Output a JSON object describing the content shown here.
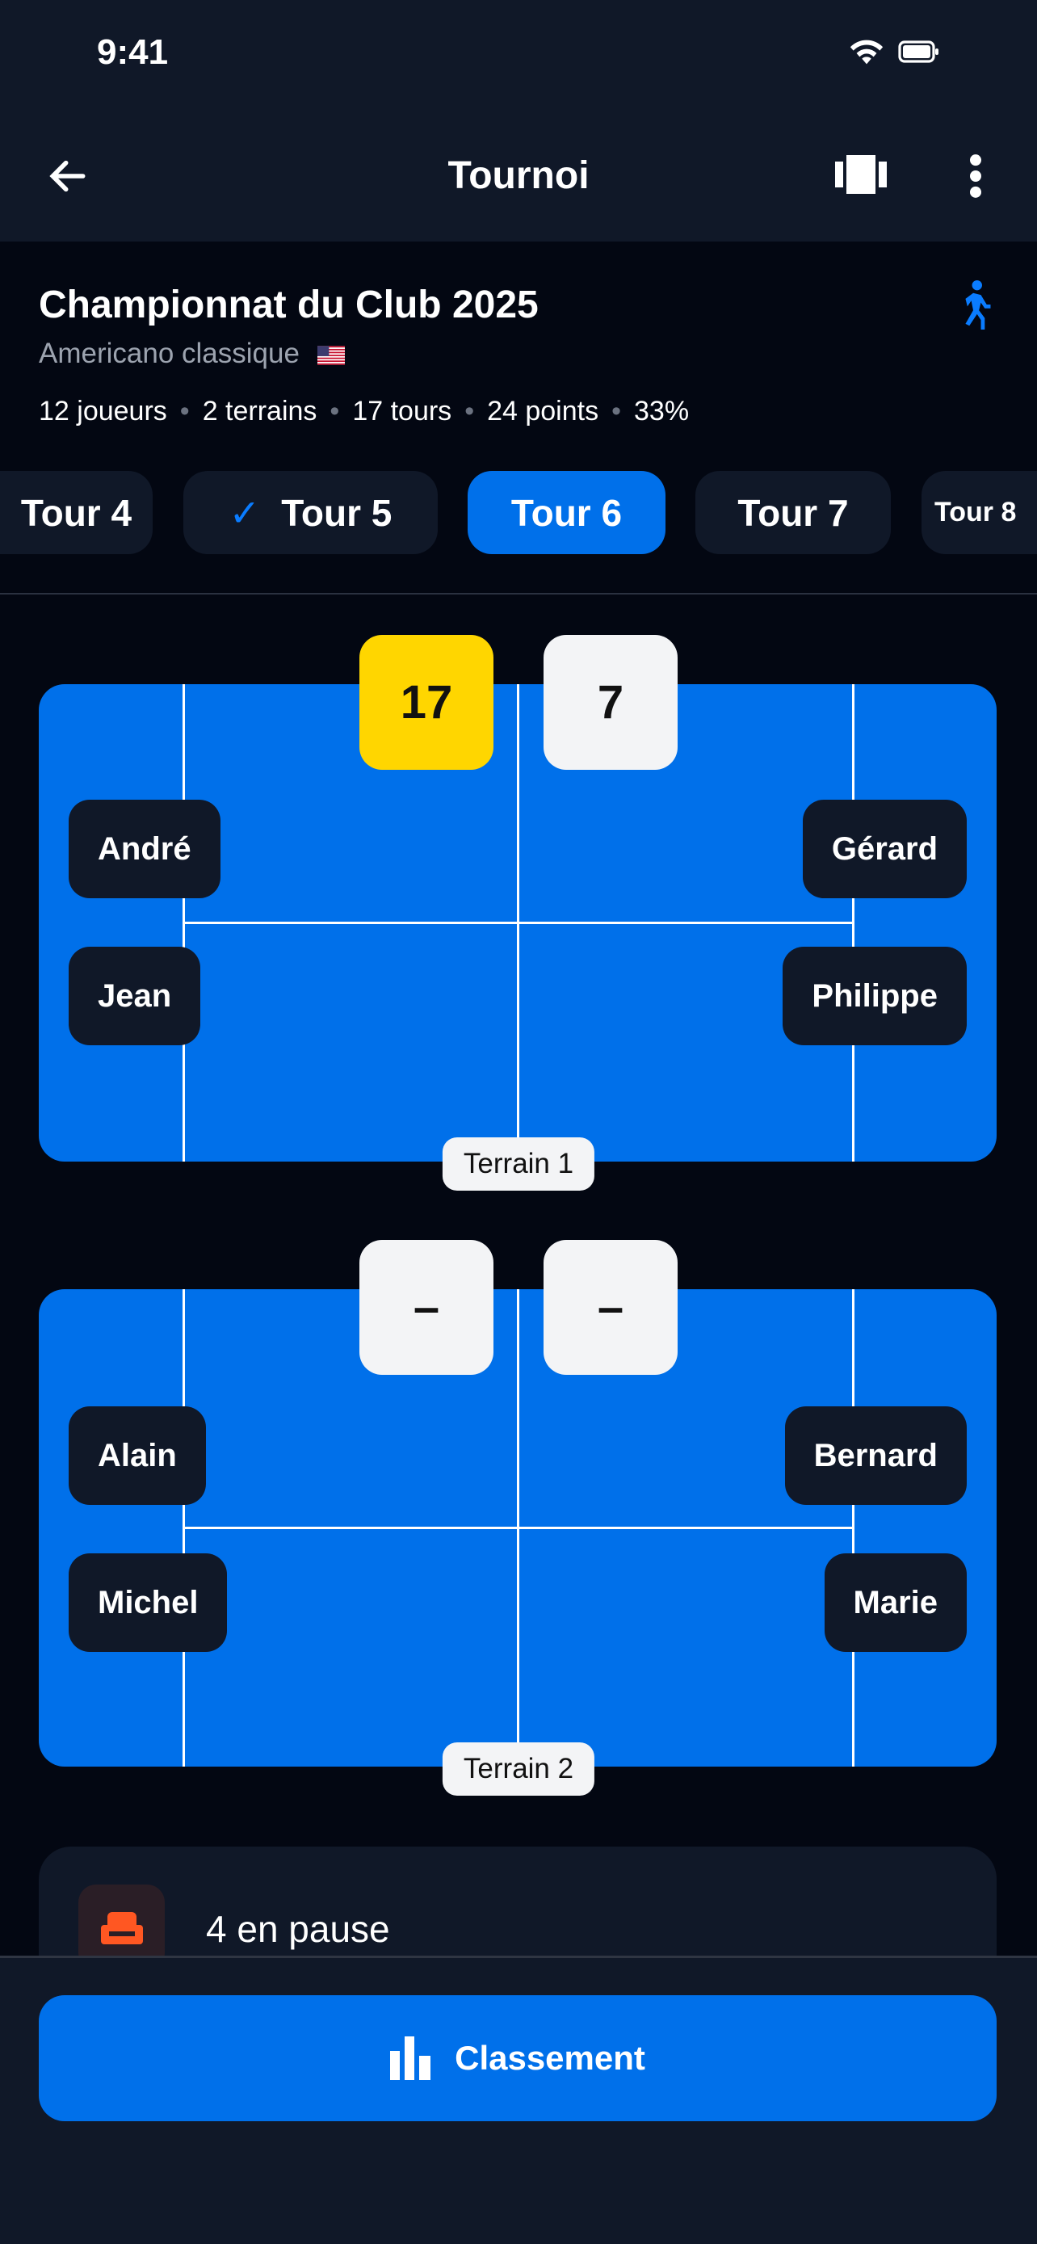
{
  "status": {
    "time": "9:41"
  },
  "header": {
    "title": "Tournoi"
  },
  "tournament": {
    "name": "Championnat du Club 2025",
    "format": "Americano classique",
    "stats": [
      "12 joueurs",
      "2 terrains",
      "17 tours",
      "24 points",
      "33%"
    ]
  },
  "tabs": [
    {
      "label": "Tour 4"
    },
    {
      "label": "Tour 5",
      "done": true,
      "check": "✓"
    },
    {
      "label": "Tour 6",
      "active": true
    },
    {
      "label": "Tour 7"
    },
    {
      "label": "Tour 8"
    }
  ],
  "courts": [
    {
      "label": "Terrain 1",
      "score_left": "17",
      "score_right": "7",
      "left": [
        "André",
        "Jean"
      ],
      "right": [
        "Gérard",
        "Philippe"
      ]
    },
    {
      "label": "Terrain 2",
      "score_left": "–",
      "score_right": "–",
      "left": [
        "Alain",
        "Michel"
      ],
      "right": [
        "Bernard",
        "Marie"
      ]
    }
  ],
  "pause": {
    "label": "4 en pause"
  },
  "footer": {
    "button": "Classement"
  },
  "colors": {
    "accent": "#0070EA",
    "winner": "#FFD600",
    "pause_icon": "#FF5722",
    "bg": "#030712",
    "surface": "#101828"
  }
}
